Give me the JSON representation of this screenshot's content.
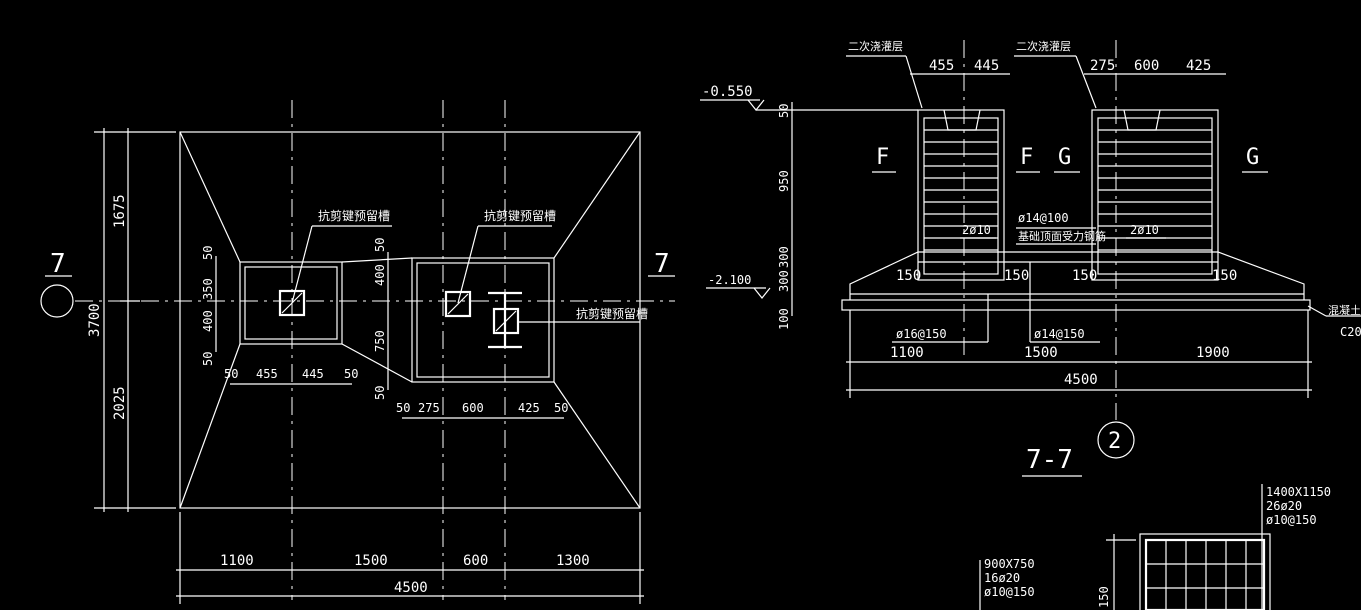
{
  "plan": {
    "dim_total_width": "4500",
    "dim_b1": "1100",
    "dim_b2": "1500",
    "dim_b3": "600",
    "dim_b4": "1300",
    "dim_total_height": "3700",
    "dim_top": "1675",
    "dim_bottom": "2025",
    "section_mark": "7",
    "shear_key_label": "抗剪键预留槽",
    "left_ped": {
      "d50a": "50",
      "d350": "350",
      "d400": "400",
      "d50b": "50",
      "w50a": "50",
      "w455": "455",
      "w445": "445",
      "w50b": "50"
    },
    "right_ped": {
      "d50a": "50",
      "d400": "400",
      "d750": "750",
      "d50b": "50",
      "w50a": "50",
      "w275": "275",
      "w600": "600",
      "w425": "425",
      "w50b": "50"
    }
  },
  "section": {
    "title": "7-7",
    "axis": "2",
    "grout_label": "二次浇灌层",
    "top_l_455": "455",
    "top_l_445": "445",
    "top_r_275": "275",
    "top_r_600": "600",
    "top_r_425": "425",
    "elev_top": "-0.550",
    "elev_bot": "-2.100",
    "v_50": "50",
    "v_950": "950",
    "v_300a": "300",
    "v_300b": "300",
    "v_100": "100",
    "cut_F": "F",
    "cut_G": "G",
    "rebar_2d10": "2ø10",
    "rebar_d14_100": "ø14@100",
    "rebar_d14_100_note": "基础顶面受力钢筋",
    "c150": "150",
    "rebar_d16_150": "ø16@150",
    "rebar_d14_150": "ø14@150",
    "b_1100": "1100",
    "b_1500": "1500",
    "b_1900": "1900",
    "b_4500": "4500",
    "concrete_note": "混凝土垫",
    "concrete_grade": "C20"
  },
  "columns": {
    "col1_size": "900X750",
    "col1_bars": "16ø20",
    "col1_stirrup": "ø10@150",
    "col2_size": "1400X1150",
    "col2_bars": "26ø20",
    "col2_stirrup": "ø10@150",
    "col2_dim": "150"
  }
}
